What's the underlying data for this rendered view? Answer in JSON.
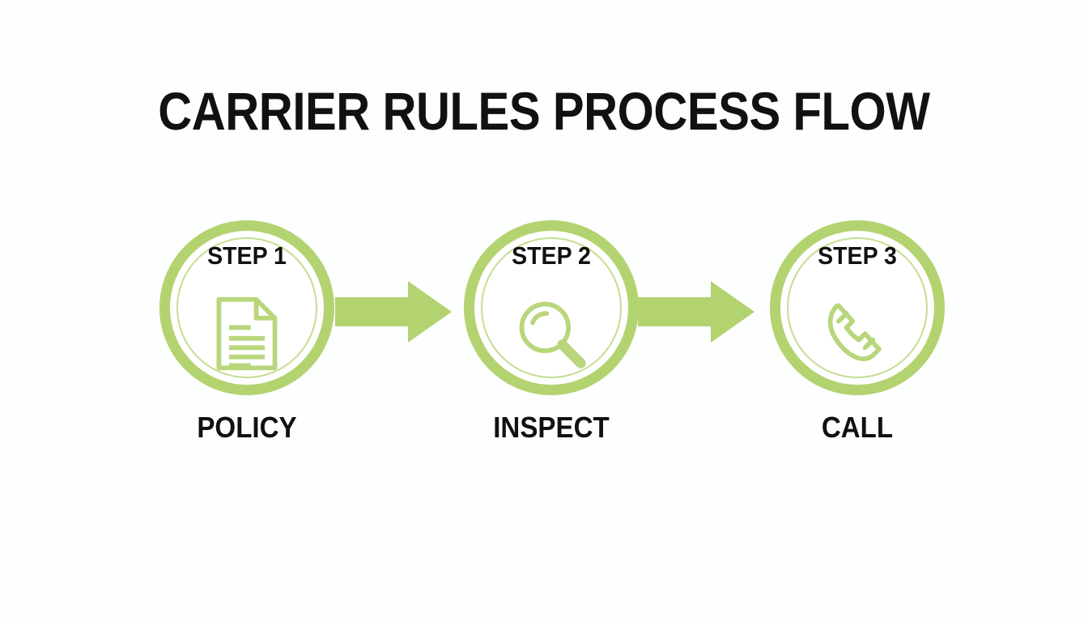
{
  "header": {
    "title": "CARRIER RULES PROCESS FLOW"
  },
  "theme": {
    "accent_green": "#b3d370",
    "inner_ring_green": "#c5dd92",
    "icon_green": "#b9d67c",
    "text_black": "#111111",
    "background": "#fdfefe"
  },
  "flow": {
    "steps": [
      {
        "step_label": "STEP 1",
        "caption": "POLICY",
        "icon": "document-icon"
      },
      {
        "step_label": "STEP 2",
        "caption": "INSPECT",
        "icon": "magnifier-icon"
      },
      {
        "step_label": "STEP 3",
        "caption": "CALL",
        "icon": "phone-icon"
      }
    ],
    "connectors": [
      {
        "icon": "arrow-right-icon"
      },
      {
        "icon": "arrow-right-icon"
      }
    ]
  }
}
